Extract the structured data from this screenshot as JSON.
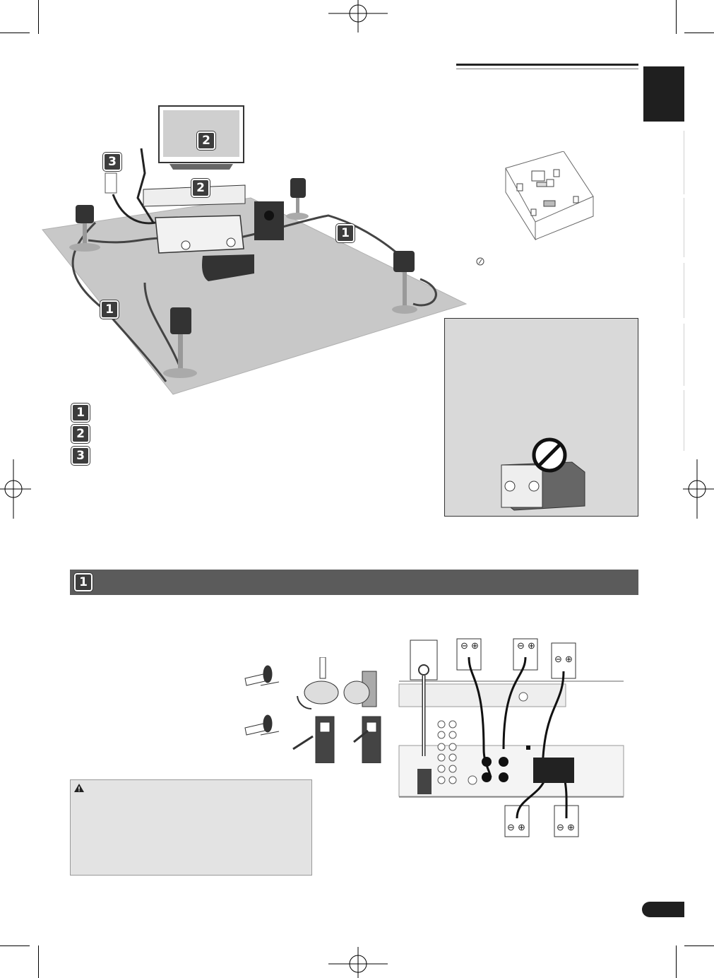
{
  "markers": {
    "one": "1",
    "two": "2",
    "three": "3"
  },
  "legend": [
    {
      "number": "1"
    },
    {
      "number": "2"
    },
    {
      "number": "3"
    }
  ],
  "section": {
    "number": "1"
  },
  "terminal_signs": {
    "minus": "⊖",
    "plus": "⊕"
  },
  "colors": {
    "section_bar": "#5b5b5b",
    "floor": "#c8c8c8",
    "side_tab": "#1f1f1f",
    "warning_box": "#d9d9d9",
    "caution_box": "#e3e3e3"
  },
  "icons": {
    "warning": "warning-triangle-icon",
    "prohibited": "prohibited-icon",
    "registration": "crop-registration-mark-icon"
  }
}
